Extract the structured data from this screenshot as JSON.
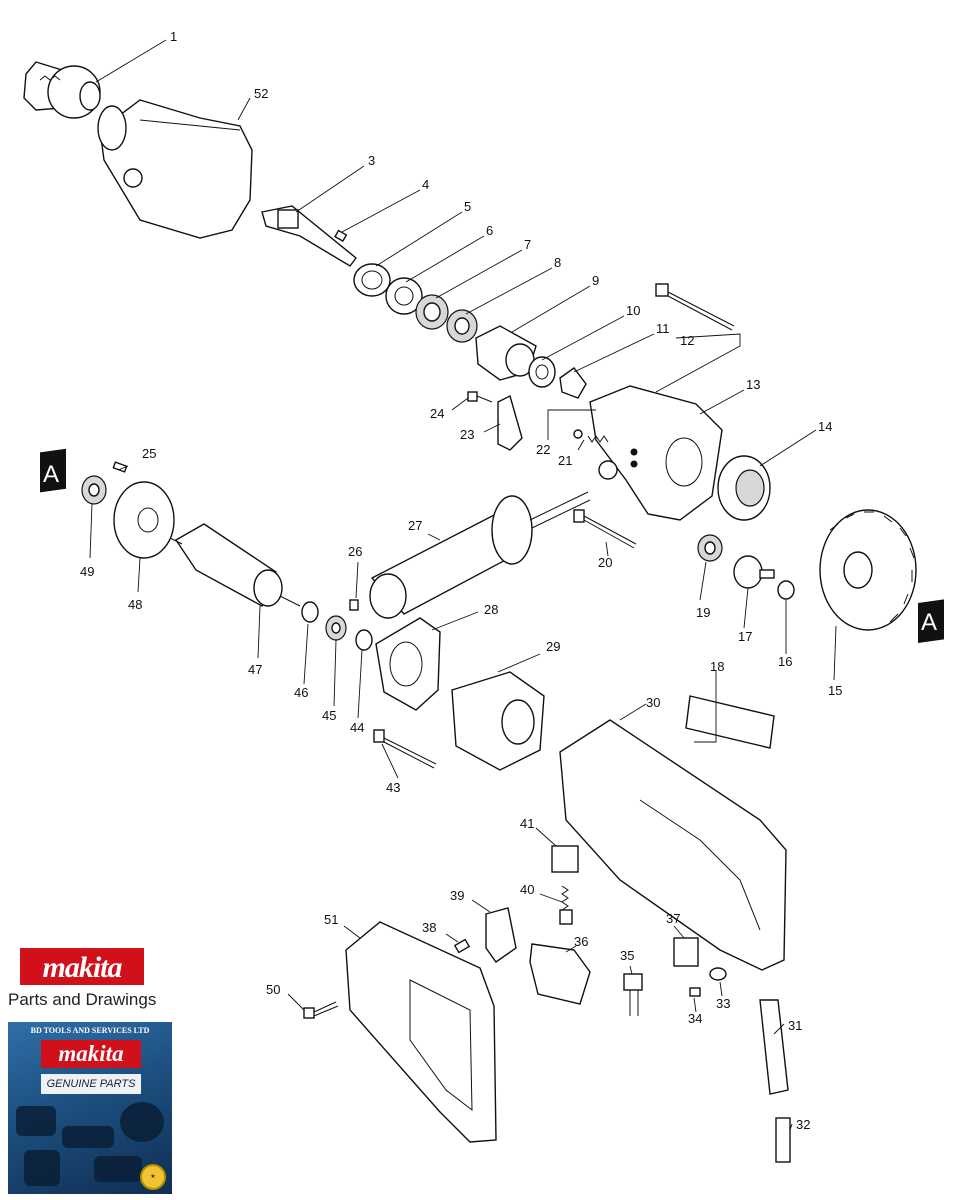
{
  "diagram": {
    "reference_marker": "A",
    "parts": [
      "1",
      "3",
      "4",
      "5",
      "6",
      "7",
      "8",
      "9",
      "10",
      "11",
      "12",
      "13",
      "14",
      "15",
      "16",
      "17",
      "18",
      "19",
      "20",
      "21",
      "22",
      "23",
      "24",
      "25",
      "26",
      "27",
      "28",
      "29",
      "30",
      "31",
      "32",
      "33",
      "34",
      "35",
      "36",
      "37",
      "38",
      "39",
      "40",
      "41",
      "43",
      "44",
      "45",
      "46",
      "47",
      "48",
      "49",
      "50",
      "51",
      "52"
    ]
  },
  "branding": {
    "logo": "makita",
    "caption": "Parts and Drawings",
    "banner_company": "BD TOOLS AND SERVICES LTD",
    "banner_logo": "makita",
    "banner_subtitle": "GENUINE PARTS"
  }
}
